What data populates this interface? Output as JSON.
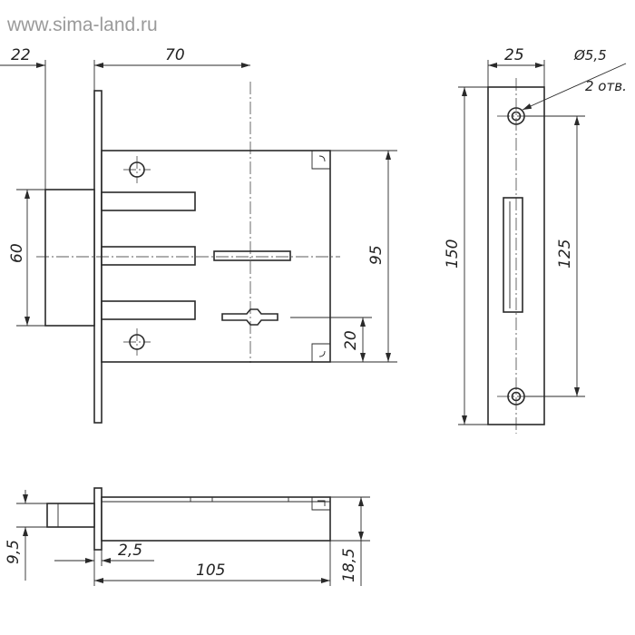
{
  "watermark": "www.sima-land.ru",
  "dimensions": {
    "front_top_left": "22",
    "front_top_right": "70",
    "front_left_height": "60",
    "front_right_height": "95",
    "front_right_small": "20",
    "faceplate_width": "25",
    "hole_diameter": "Ø5,5",
    "hole_count": "2 отв.",
    "faceplate_height": "150",
    "hole_spacing": "125",
    "side_left": "9,5",
    "side_bottom_small": "2,5",
    "side_length": "105",
    "side_thickness": "18,5"
  }
}
